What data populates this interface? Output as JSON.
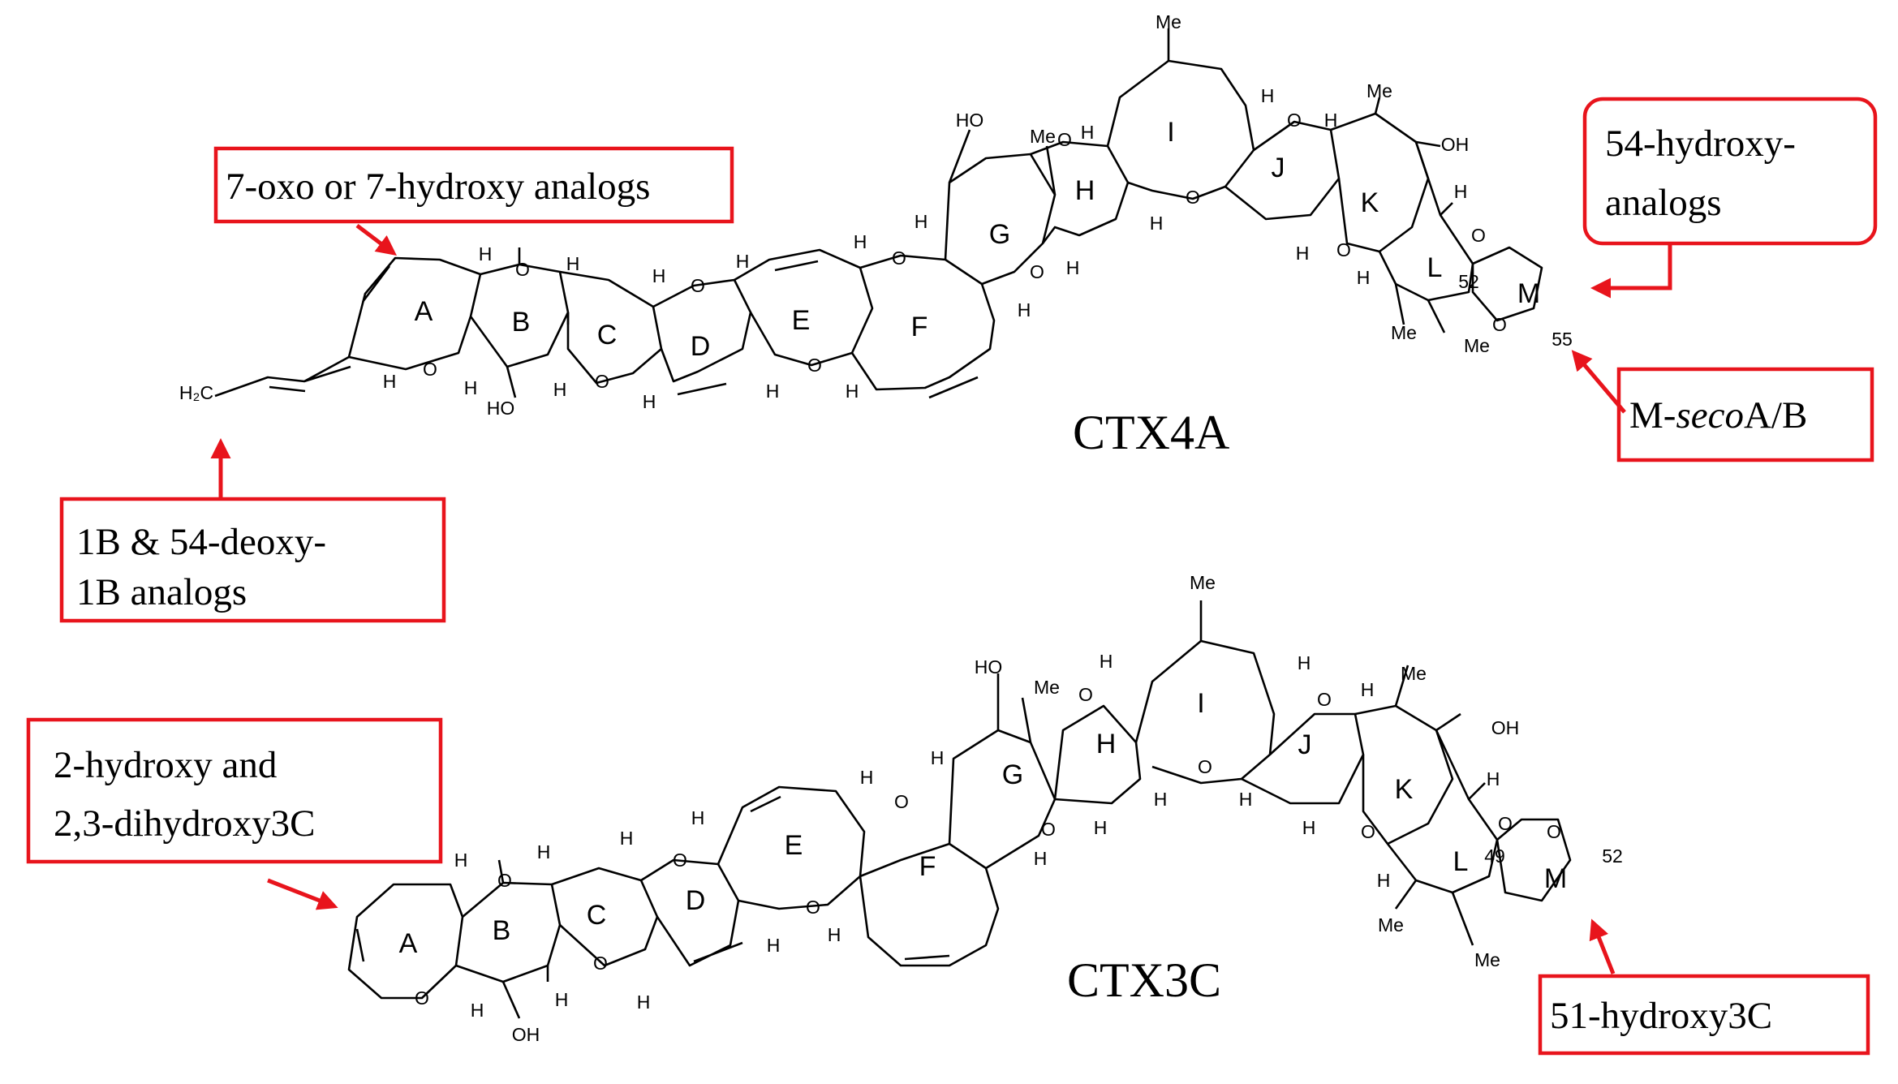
{
  "colors": {
    "annotation": "#e8141c",
    "structure": "#000000",
    "background": "#ffffff"
  },
  "structures": [
    {
      "id": "top",
      "title": "CTX4A",
      "rings": [
        "A",
        "B",
        "C",
        "D",
        "E",
        "F",
        "G",
        "H",
        "I",
        "J",
        "K",
        "L",
        "M"
      ],
      "numbers": [
        "52",
        "55"
      ],
      "atom_labels": [
        "H",
        "O",
        "H2C",
        "HO",
        "OH",
        "Me"
      ]
    },
    {
      "id": "bottom",
      "title": "CTX3C",
      "rings": [
        "A",
        "B",
        "C",
        "D",
        "E",
        "F",
        "G",
        "H",
        "I",
        "J",
        "K",
        "L",
        "M"
      ],
      "numbers": [
        "49",
        "52"
      ],
      "atom_labels": [
        "H",
        "O",
        "HO",
        "OH",
        "Me"
      ]
    }
  ],
  "annotations": [
    {
      "key": "oxo",
      "lines": [
        "7-oxo or 7-hydroxy  analogs"
      ]
    },
    {
      "key": "hydroxy54",
      "lines": [
        "54-hydroxy-",
        "analogs"
      ]
    },
    {
      "key": "mseco",
      "parts": [
        "M-",
        "seco",
        "A/B"
      ]
    },
    {
      "key": "deoxy",
      "lines": [
        "1B & 54-deoxy-",
        "1B analogs"
      ]
    },
    {
      "key": "dihydroxy",
      "lines": [
        "2-hydroxy and",
        "2,3-dihydroxy3C"
      ]
    },
    {
      "key": "hydroxy51",
      "lines": [
        "51-hydroxy3C"
      ]
    }
  ]
}
